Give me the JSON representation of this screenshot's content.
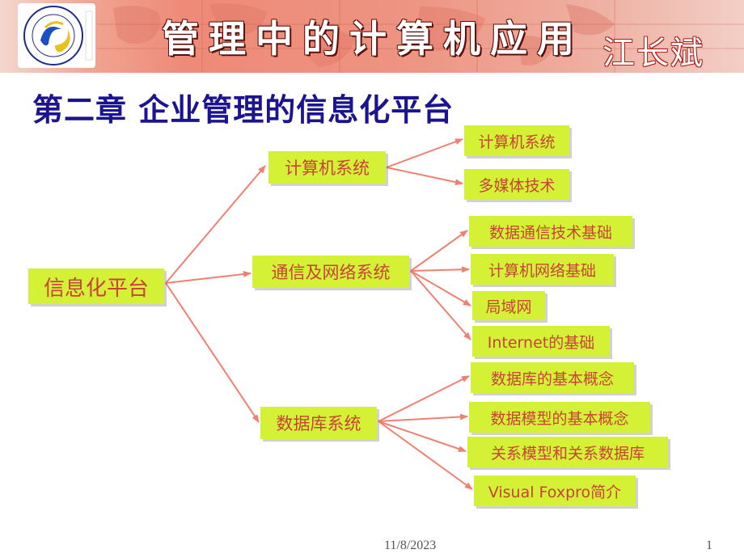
{
  "header": {
    "title": "管理中的计算机应用",
    "author": "江长斌"
  },
  "chapter_title": "第二章 企业管理的信息化平台",
  "diagram": {
    "root": "信息化平台",
    "branches": [
      {
        "label": "计算机系统",
        "children": [
          "计算机系统",
          "多媒体技术"
        ]
      },
      {
        "label": "通信及网络系统",
        "children": [
          "数据通信技术基础",
          "计算机网络基础",
          "局域网",
          "Internet的基础"
        ]
      },
      {
        "label": "数据库系统",
        "children": [
          "数据库的基本概念",
          "数据模型的基本概念",
          "关系模型和关系数据库",
          "Visual Foxpro简介"
        ]
      }
    ]
  },
  "footer": {
    "date": "11/8/2023",
    "page": "1"
  },
  "colors": {
    "box_fill": "#d5f135",
    "box_text": "#c8423a",
    "arrow": "#f08070",
    "chapter_text": "#1a1490"
  }
}
